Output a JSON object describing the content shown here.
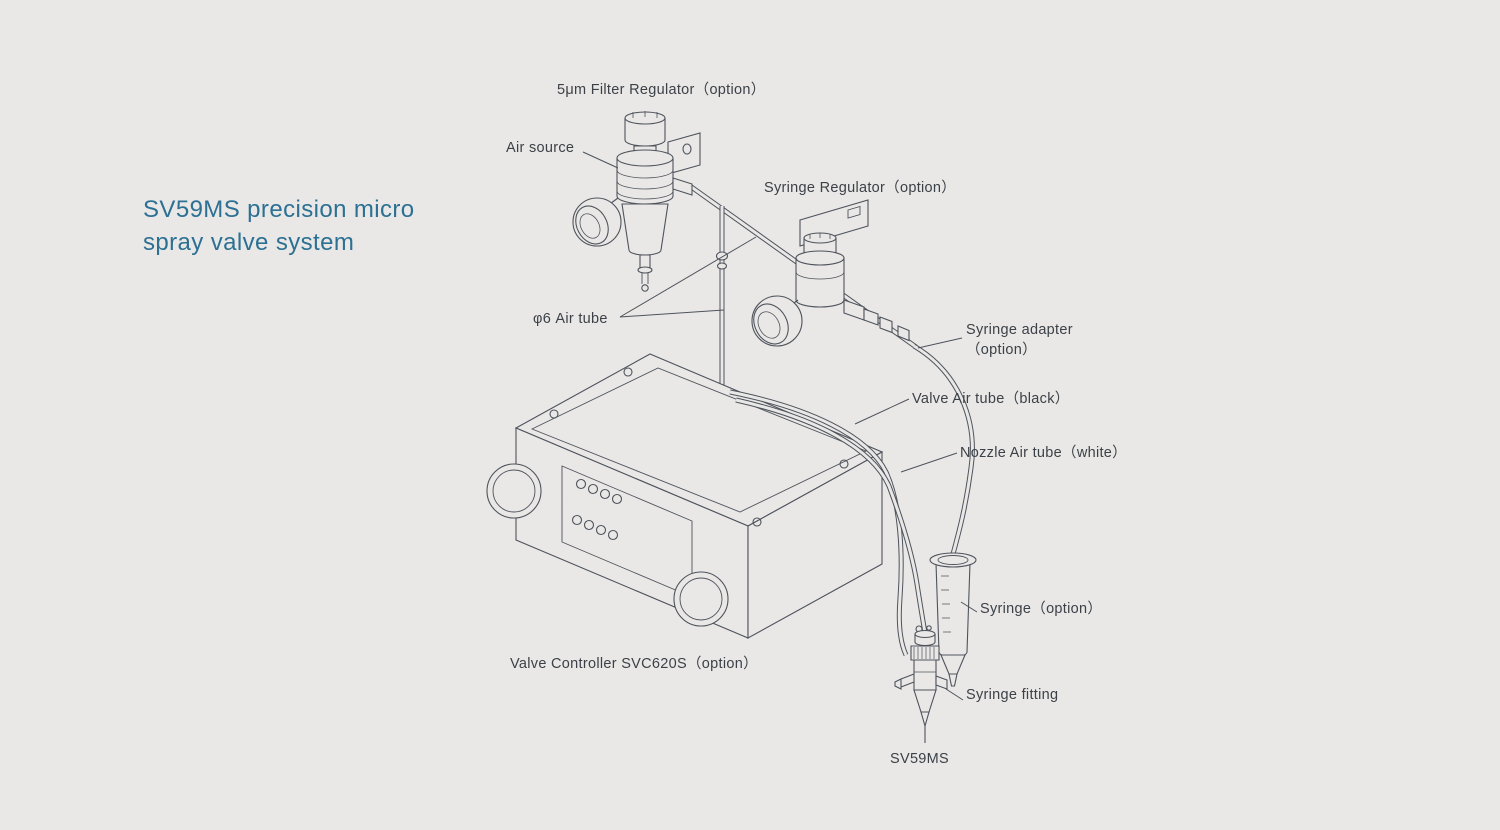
{
  "page": {
    "background": "#e9e8e6",
    "line_color": "#4e535c",
    "title_color": "#2c7093",
    "label_color": "#3c4148"
  },
  "title": {
    "line1": "SV59MS precision micro",
    "line2": "spray valve system"
  },
  "labels": {
    "filter_regulator": "5μm Filter Regulator（option）",
    "air_source": "Air source",
    "syringe_regulator": "Syringe Regulator（option）",
    "air_tube": "φ6 Air tube",
    "syringe_adapter_line1": "Syringe adapter",
    "syringe_adapter_line2": "（option）",
    "valve_air_tube": "Valve Air tube（black）",
    "nozzle_air_tube": "Nozzle Air tube（white）",
    "valve_controller": "Valve Controller SVC620S（option）",
    "syringe": "Syringe（option）",
    "syringe_fitting": "Syringe fitting",
    "sv59ms": "SV59MS"
  }
}
